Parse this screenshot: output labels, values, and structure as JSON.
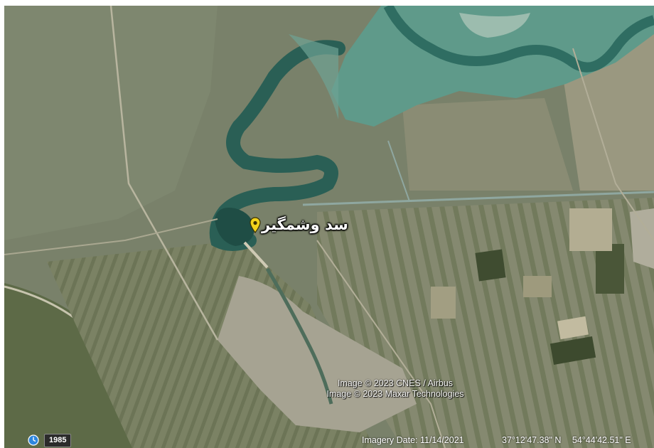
{
  "map": {
    "place_label": "سد وشمگیر",
    "placemark_color": "#f2d21b",
    "attribution": [
      "Image © 2023 CNES / Airbus",
      "Image © 2023 Maxar Technologies"
    ],
    "imagery_date": "Imagery Date: 11/14/2021",
    "latitude": "37°12'47.38\" N",
    "longitude": "54°44'42.51\" E",
    "history_year": "1985",
    "colors": {
      "water": "#2f6d62",
      "water_shallow": "#5f9a8a",
      "land": "#7d8566",
      "field_dark": "#4c5a3a",
      "field_light": "#a8a48a"
    }
  }
}
